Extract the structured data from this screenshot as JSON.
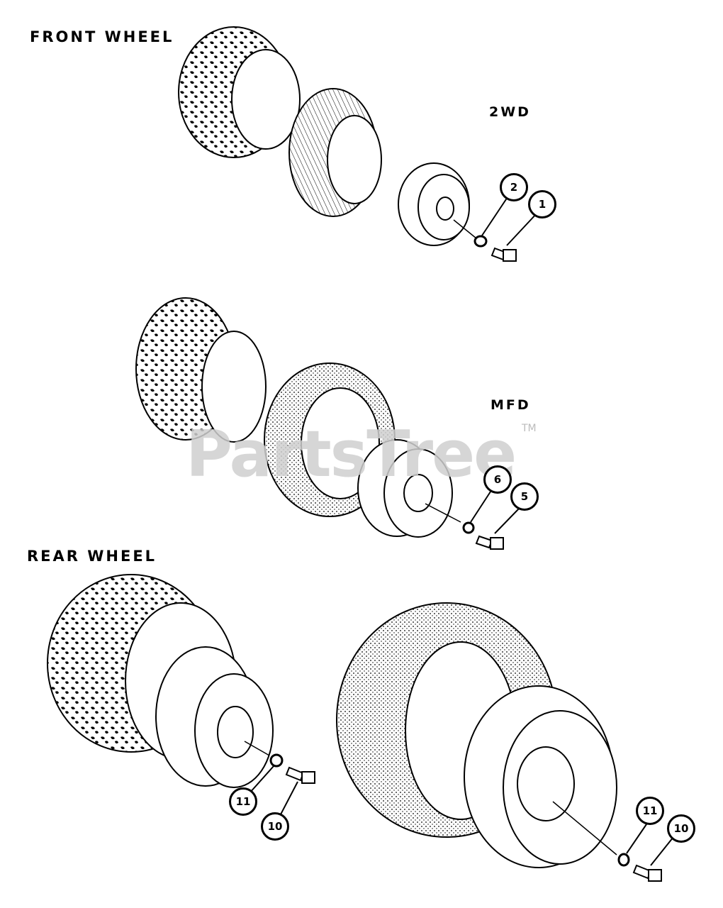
{
  "sections": {
    "front_wheel": "FRONT WHEEL",
    "rear_wheel": "REAR WHEEL"
  },
  "configs": {
    "two_wd": "2WD",
    "mfd": "MFD"
  },
  "callouts": {
    "c1": "1",
    "c2": "2",
    "c5": "5",
    "c6": "6",
    "c10a": "10",
    "c11a": "11",
    "c10b": "10",
    "c11b": "11"
  },
  "watermark": {
    "text": "PartsTree",
    "tm": "TM"
  }
}
